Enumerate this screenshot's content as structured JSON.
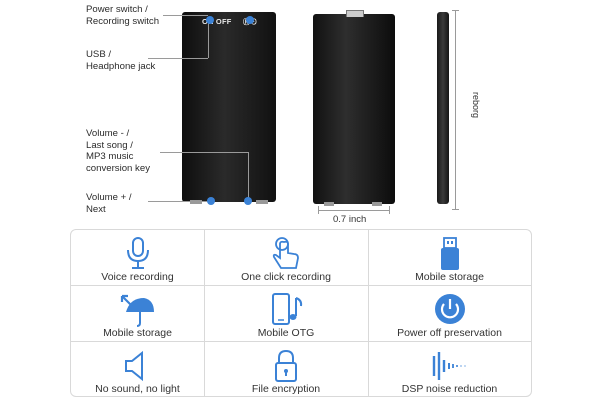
{
  "callouts": {
    "power_switch": "Power switch /\nRecording switch",
    "usb": "USB /\nHeadphone jack",
    "volume_minus": "Volume - /\nLast song /\nMP3 music\nconversion key",
    "volume_plus": "Volume + /\nNext"
  },
  "device": {
    "on_off": "ON OFF",
    "rec_mark": "Ⓡ⊙",
    "width_dim": "0.7 inch",
    "side_brand": "reborg"
  },
  "colors": {
    "accent": "#3b82d6"
  },
  "features": [
    {
      "label": "Voice recording",
      "icon": "microphone-icon"
    },
    {
      "label": "One click recording",
      "icon": "hand-tap-icon"
    },
    {
      "label": "Mobile storage",
      "icon": "usb-drive-icon"
    },
    {
      "label": "Mobile storagе",
      "icon": "umbrella-arrow-icon"
    },
    {
      "label": "Mobile OTG",
      "icon": "phone-music-icon"
    },
    {
      "label": "Power off preservation",
      "icon": "power-icon"
    },
    {
      "label": "No sound, no light",
      "icon": "mute-speaker-icon"
    },
    {
      "label": "File encryption",
      "icon": "lock-icon"
    },
    {
      "label": "DSP noise reduction",
      "icon": "waveform-icon"
    }
  ]
}
